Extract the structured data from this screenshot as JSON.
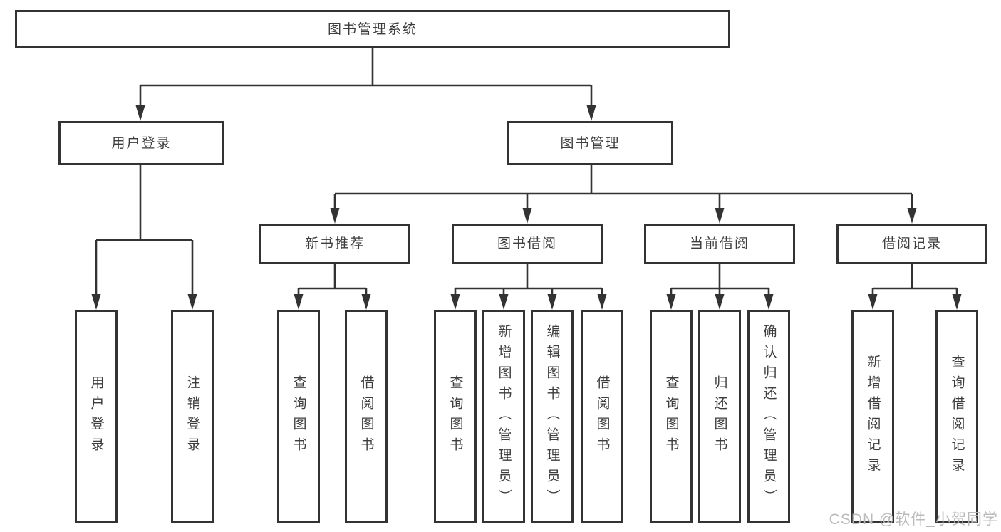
{
  "tree": {
    "label": "图书管理系统",
    "children": [
      {
        "label": "用户登录",
        "children": [
          {
            "label": "用户登录"
          },
          {
            "label": "注销登录"
          }
        ]
      },
      {
        "label": "图书管理",
        "children": [
          {
            "label": "新书推荐",
            "children": [
              {
                "label": "查询图书"
              },
              {
                "label": "借阅图书"
              }
            ]
          },
          {
            "label": "图书借阅",
            "children": [
              {
                "label": "查询图书"
              },
              {
                "label": "新增图书（管理员）"
              },
              {
                "label": "编辑图书（管理员）"
              },
              {
                "label": "借阅图书"
              }
            ]
          },
          {
            "label": "当前借阅",
            "children": [
              {
                "label": "查询图书"
              },
              {
                "label": "归还图书"
              },
              {
                "label": "确认归还（管理员）"
              }
            ]
          },
          {
            "label": "借阅记录",
            "children": [
              {
                "label": "新增借阅记录"
              },
              {
                "label": "查询借阅记录"
              }
            ]
          }
        ]
      }
    ]
  },
  "watermark": {
    "text": "CSDN @软件_小贺同学"
  },
  "colors": {
    "line": "#333333",
    "box_background": "#ffffff",
    "text": "#3d3d3d",
    "watermark": "#b7b7b7"
  }
}
